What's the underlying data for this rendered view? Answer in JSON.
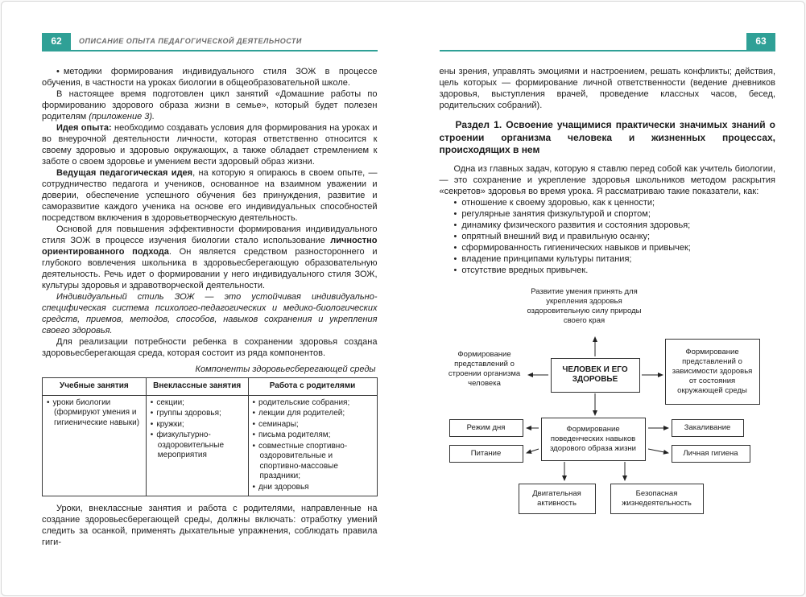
{
  "meta": {
    "accent_color": "#2fa096"
  },
  "header": {
    "left_page_number": "62",
    "right_page_number": "63",
    "running_title": "ОПИСАНИЕ ОПЫТА ПЕДАГОГИЧЕСКОЙ ДЕЯТЕЛЬНОСТИ"
  },
  "left": {
    "p1": "методики формирования индивидуального стиля ЗОЖ в процессе обучения, в частности на уроках биологии в общеобразовательной школе.",
    "p2_text": "В настоящее время подготовлен цикл занятий «Домашние работы по формированию здорового образа жизни в семье», который будет полезен родителям ",
    "p2_italic": "(приложение 3).",
    "p3_bold": "Идея опыта:",
    "p3_rest": " необходимо создавать условия для формирования на уроках и во внеурочной деятельности личности, которая ответственно относится к своему здоровью и здоровью окружающих, а также обладает стремлением к заботе о своем здоровье и умением вести здоровый образ жизни.",
    "p4_bold": "Ведущая педагогическая идея",
    "p4_rest": ", на которую я опираюсь в своем опыте, — сотрудничество педагога и учеников, основанное на взаимном уважении и доверии, обеспечение успешного обучения без принуждения, развитие и саморазвитие каждого ученика на основе его индивидуальных способностей посредством включения в здоровьетворческую деятельность.",
    "p5_a": "Основой для повышения эффективности формирования индивидуального стиля ЗОЖ в процессе изучения биологии стало использование ",
    "p5_bold": "личностно ориентированного подхода",
    "p5_b": ". Он является средством разностороннего и глубокого вовлечения школьника в здоровьесберегающую образовательную деятельность. Речь идет о формировании у него индивидуального стиля ЗОЖ, культуры здоровья и здравотворческой деятельности.",
    "p6_italic": "Индивидуальный стиль ЗОЖ — это устойчивая индивидуально-специфическая система психолого-педагогических и медико-биологических средств, приемов, методов, способов, навыков сохранения и укрепления своего здоровья.",
    "p7": "Для реализации потребности ребенка в сохранении здоровья создана здоровьесберегающая среда, которая состоит из ряда компонентов.",
    "table_caption": "Компоненты здоровьесберегающей среды",
    "table": {
      "headers": [
        "Учебные занятия",
        "Внеклассные занятия",
        "Работа с родителями"
      ],
      "col1": [
        "уроки биологии (формируют умения и гигиенические навыки)"
      ],
      "col2": [
        "секции;",
        "группы здоровья;",
        "кружки;",
        "физкультурно-оздоровительные мероприятия"
      ],
      "col3": [
        "родительские собрания;",
        "лекции для родителей;",
        "семинары;",
        "письма родителям;",
        "совместные спортивно-оздоровительные и спортивно-массовые праздники;",
        "дни здоровья"
      ]
    },
    "p8": "Уроки, внеклассные занятия и работа с родителями, направленные на создание здоровьесберегающей среды, должны включать: отработку умений следить за осанкой, применять дыхательные упражнения, соблюдать правила гиги-"
  },
  "right": {
    "p1": "ены зрения, управлять эмоциями и настроением, решать конфликты; действия, цель которых — формирование личной ответственности (ведение дневников здоровья, выступления врачей, проведение классных часов, бесед, родительских собраний).",
    "heading": "Раздел 1. Освоение учащимися практически значимых знаний о строении организма человека и жизненных процессах,  происходящих в нем",
    "p2": "Одна из главных задач, которую я ставлю перед собой как учитель биологии, — это сохранение и укрепление здоровья школьников методом раскрытия «секретов» здоровья во время урока. Я рассматриваю такие показатели, как:",
    "bullets": [
      "отношение к своему здоровью, как к ценности;",
      "регулярные занятия физкультурой и спортом;",
      "динамику физического развития и состояния здоровья;",
      "опрятный внешний вид и правильную осанку;",
      "сформированность гигиенических навыков и привычек;",
      "владение принципами культуры питания;",
      "отсутствие вредных привычек."
    ],
    "diagram": {
      "top": "Развитие умения принять для укрепления здоровья оздоровительную силу природы своего края",
      "left_text": "Формирование представлений о строении организма человека",
      "center": "ЧЕЛОВЕК И ЕГО ЗДОРОВЬЕ",
      "right_box": "Формирование представлений о зависимости здоровья от состояния окружающей среды",
      "behavior": "Формирование поведенческих навыков здорового образа жизни",
      "regime": "Режим дня",
      "nutrition": "Питание",
      "hardening": "Закаливание",
      "hygiene": "Личная гигиена",
      "activity": "Двигательная активность",
      "safety": "Безопасная жизнедеятельность"
    }
  }
}
